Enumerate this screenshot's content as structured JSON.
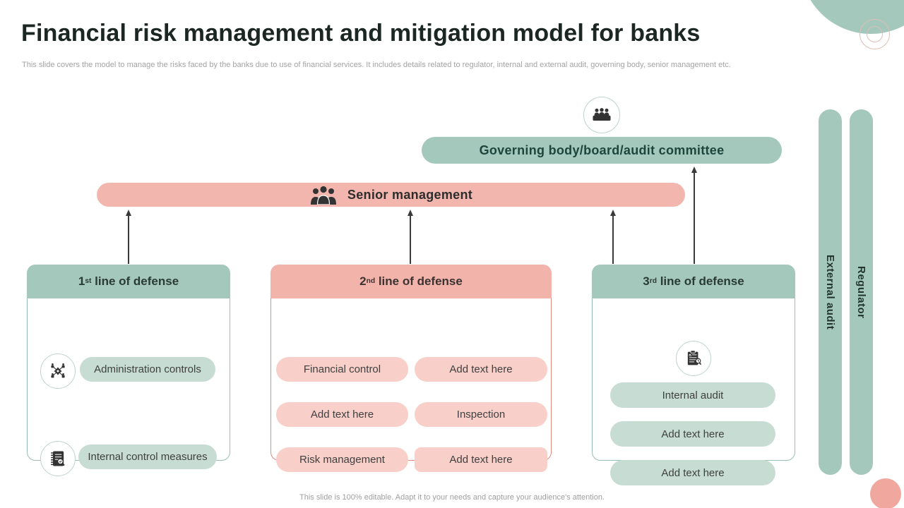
{
  "slide": {
    "title": "Financial risk management and mitigation model for banks",
    "subtitle": "This slide covers the model to manage the risks faced by the banks due to use of financial services. It includes details related to regulator, internal and external audit,  governing body, senior management  etc.",
    "footer": "This slide is 100% editable.  Adapt it to your needs and capture your audience's attention."
  },
  "colors": {
    "teal": "#a4c8bc",
    "teal_light": "#c7ddd4",
    "teal_text": "#1d453c",
    "pink": "#f3b6ae",
    "pink_light": "#f8cfc9",
    "pink_border": "#e0897e",
    "title_text": "#1c2723",
    "body_text": "#3f3f3f",
    "muted_gray": "#a3a3a3"
  },
  "hierarchy": {
    "governing": {
      "label": "Governing body/board/audit committee",
      "icon": "committee-icon"
    },
    "senior": {
      "label": "Senior management",
      "icon": "people-group-icon"
    }
  },
  "columns": [
    {
      "theme": "teal",
      "header": {
        "num": "1",
        "sup": "st",
        "rest": "line of defense"
      },
      "items": [
        {
          "icon": "admin-network-gear-icon",
          "label": "Administration controls"
        },
        {
          "icon": "ledger-magnifier-icon",
          "label": "Internal  control measures"
        }
      ]
    },
    {
      "theme": "pink",
      "header": {
        "num": "2",
        "sup": "nd",
        "rest": "line of defense"
      },
      "pills": [
        "Financial control",
        "Add text here",
        "Add text here",
        "Inspection",
        "Risk management",
        "Add text here"
      ]
    },
    {
      "theme": "teal",
      "header": {
        "num": "3",
        "sup": "rd",
        "rest": "line of defense"
      },
      "icon": "audit-clipboard-icon",
      "pills": [
        "Internal  audit",
        "Add text here",
        "Add text here"
      ]
    }
  ],
  "side_bars": [
    {
      "label": "External audit"
    },
    {
      "label": "Regulator"
    }
  ]
}
